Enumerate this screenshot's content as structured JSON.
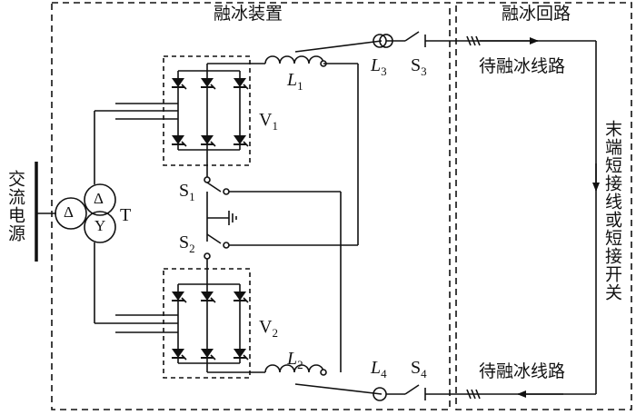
{
  "boxes": {
    "device_title": "融冰装置",
    "loop_title": "融冰回路"
  },
  "source": {
    "label": "交流电源",
    "transformer": "T",
    "winding_primary": "Δ",
    "winding_secondary_1": "Δ",
    "winding_secondary_2": "Y"
  },
  "rectifiers": {
    "v1": {
      "letter": "V",
      "sub": "1"
    },
    "v2": {
      "letter": "V",
      "sub": "2"
    }
  },
  "switches": {
    "s1": {
      "letter": "S",
      "sub": "1"
    },
    "s2": {
      "letter": "S",
      "sub": "2"
    },
    "s3": {
      "letter": "S",
      "sub": "3"
    },
    "s4": {
      "letter": "S",
      "sub": "4"
    }
  },
  "inductors": {
    "l1": {
      "letter": "L",
      "sub": "1"
    },
    "l2": {
      "letter": "L",
      "sub": "2"
    },
    "l3": {
      "letter": "L",
      "sub": "3"
    },
    "l4": {
      "letter": "L",
      "sub": "4"
    }
  },
  "line": {
    "top_label": "待融冰线路",
    "bottom_label": "待融冰线路",
    "end_label": "末端短接线或短接开关"
  }
}
